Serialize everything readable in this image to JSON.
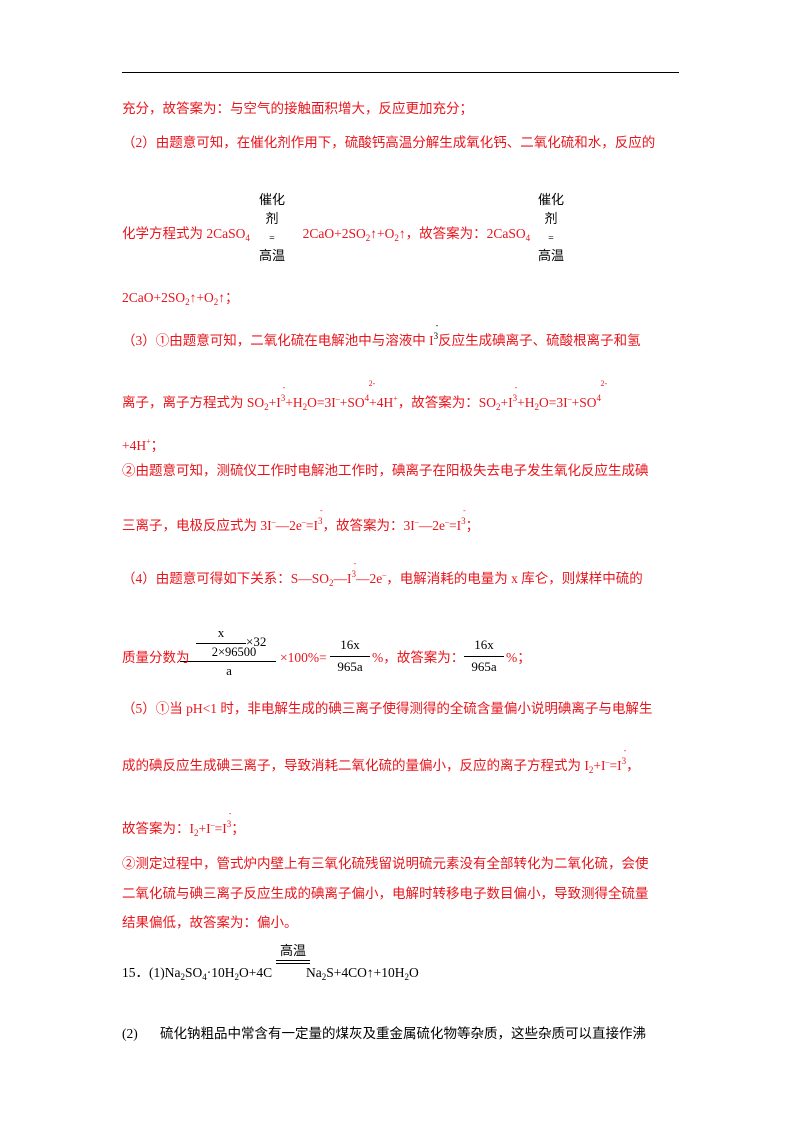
{
  "lines": {
    "l1": "充分，故答案为：与空气的接触面积增大，反应更加充分；",
    "l2": "（2）由题意可知，在催化剂作用下，硫酸钙高温分解生成氧化钙、二氧化硫和水，反应的",
    "l3a": "化学方程式为 2CaSO",
    "l3b": "2CaO+2SO",
    "l3c": "↑+O",
    "l3d": "↑，故答案为：2CaSO",
    "l4a": "2CaO+2SO",
    "l4b": "↑+O",
    "l4c": "↑；",
    "l5a": "（3）①由题意可知，二氧化硫在电解池中与溶液中 I",
    "l5b": "反应生成碘离子、硫酸根离子和氢",
    "l6a": "离子，离子方程式为 SO",
    "l6b": "+I",
    "l6c": "+H",
    "l6d": "O=3I",
    "l6e": "+SO",
    "l6f": "+4H",
    "l6g": "，故答案为：SO",
    "l6h": "+I",
    "l6i": "+H",
    "l6j": "O=3I",
    "l6k": "+SO",
    "l7": "+4H",
    "l7b": "；",
    "l8": "②由题意可知，测硫仪工作时电解池工作时，碘离子在阳极失去电子发生氧化反应生成碘",
    "l9a": "三离子，电极反应式为 3I",
    "l9b": "—2e",
    "l9c": "=I",
    "l9d": "，故答案为：3I",
    "l9e": "—2e",
    "l9f": "=I",
    "l9g": "；",
    "l10a": "（4）由题意可得如下关系：S—SO",
    "l10b": "—I",
    "l10c": "—2e",
    "l10d": "，电解消耗的电量为 x 库仑，则煤样中硫的",
    "l11a": "质量分数为",
    "l11b": "×100%=",
    "l11c": "%，故答案为：",
    "l11d": "%；",
    "l12": "（5）①当 pH<1 时，非电解生成的碘三离子使得测得的全硫含量偏小说明碘离子与电解生",
    "l13a": "成的碘反应生成碘三离子，导致消耗二氧化硫的量偏小，反应的离子方程式为 I",
    "l13b": "+I",
    "l13c": "=I",
    "l13d": "，",
    "l14a": "故答案为：I",
    "l14b": "+I",
    "l14c": "=I",
    "l14d": "；",
    "l15": "②测定过程中，管式炉内壁上有三氧化硫残留说明硫元素没有全部转化为二氧化硫，会使",
    "l16": "二氧化硫与碘三离子反应生成的碘离子偏小，电解时转移电子数目偏小，导致测得全硫量",
    "l17": "结果偏低，故答案为：偏小。",
    "q15a": "15．(1)Na",
    "q15b": "SO",
    "q15c": "·10H",
    "q15d": "O+4C",
    "q15e": "Na",
    "q15f": "S+4CO↑+10H",
    "q15g": "O",
    "q2num": "(2)",
    "q2text": "硫化钠粗品中常含有一定量的煤灰及重金属硫化物等杂质，这些杂质可以直接作沸"
  },
  "tokens": {
    "n2": "2",
    "n4": "4",
    "n3": "3",
    "minus": "–",
    "dot": "-",
    "plus": "+",
    "twominus": "2-",
    "rm": "—"
  },
  "stack": {
    "catalyst": "催化剂",
    "eq": "=",
    "hightemp": "高温"
  },
  "fraction": {
    "num_top": "x",
    "num_times": "×32",
    "num_den": "2×96500",
    "den": "a",
    "r1_num": "16x",
    "r1_den": "965a",
    "r2_num": "16x",
    "r2_den": "965a"
  }
}
